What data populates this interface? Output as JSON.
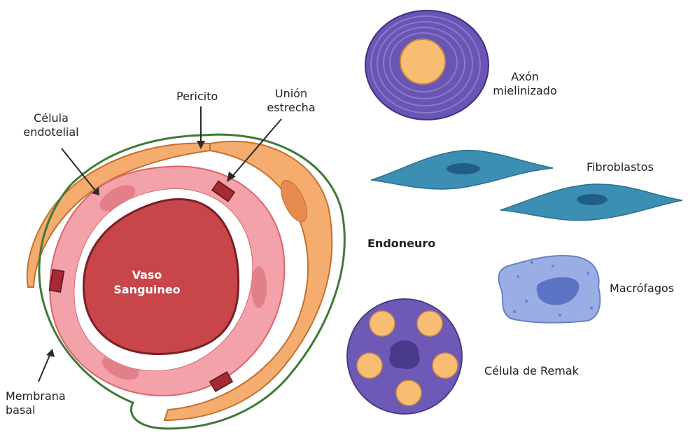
{
  "labels": {
    "pericito": "Pericito",
    "union_line1": "Unión",
    "union_line2": "estrecha",
    "celula_line1": "Célula",
    "celula_line2": "endotelial",
    "vaso_line1": "Vaso",
    "vaso_line2": "Sanguineo",
    "membrana_line1": "Membrana",
    "membrana_line2": "basal",
    "axon_line1": "Axón",
    "axon_line2": "mielinizado",
    "fibroblastos": "Fibroblastos",
    "endoneuro": "Endoneuro",
    "macrofagos": "Macrófagos",
    "remak": "Célula de Remak"
  },
  "colors": {
    "vessel": "#c8454a",
    "vessel_outline": "#7a1f26",
    "endothelium": "#f2a2a8",
    "endothelium_outline": "#d9646c",
    "pericyte": "#f4ad6e",
    "pericyte_outline": "#c46f2c",
    "basal_membrane": "#3e7a36",
    "tight_junction": "#a52a33",
    "myelin": "#6a55b4",
    "axon": "#f7bd72",
    "fibroblast": "#3c8fb2",
    "macrophage": "#9aaee6",
    "remak": "#6e5ab6"
  }
}
